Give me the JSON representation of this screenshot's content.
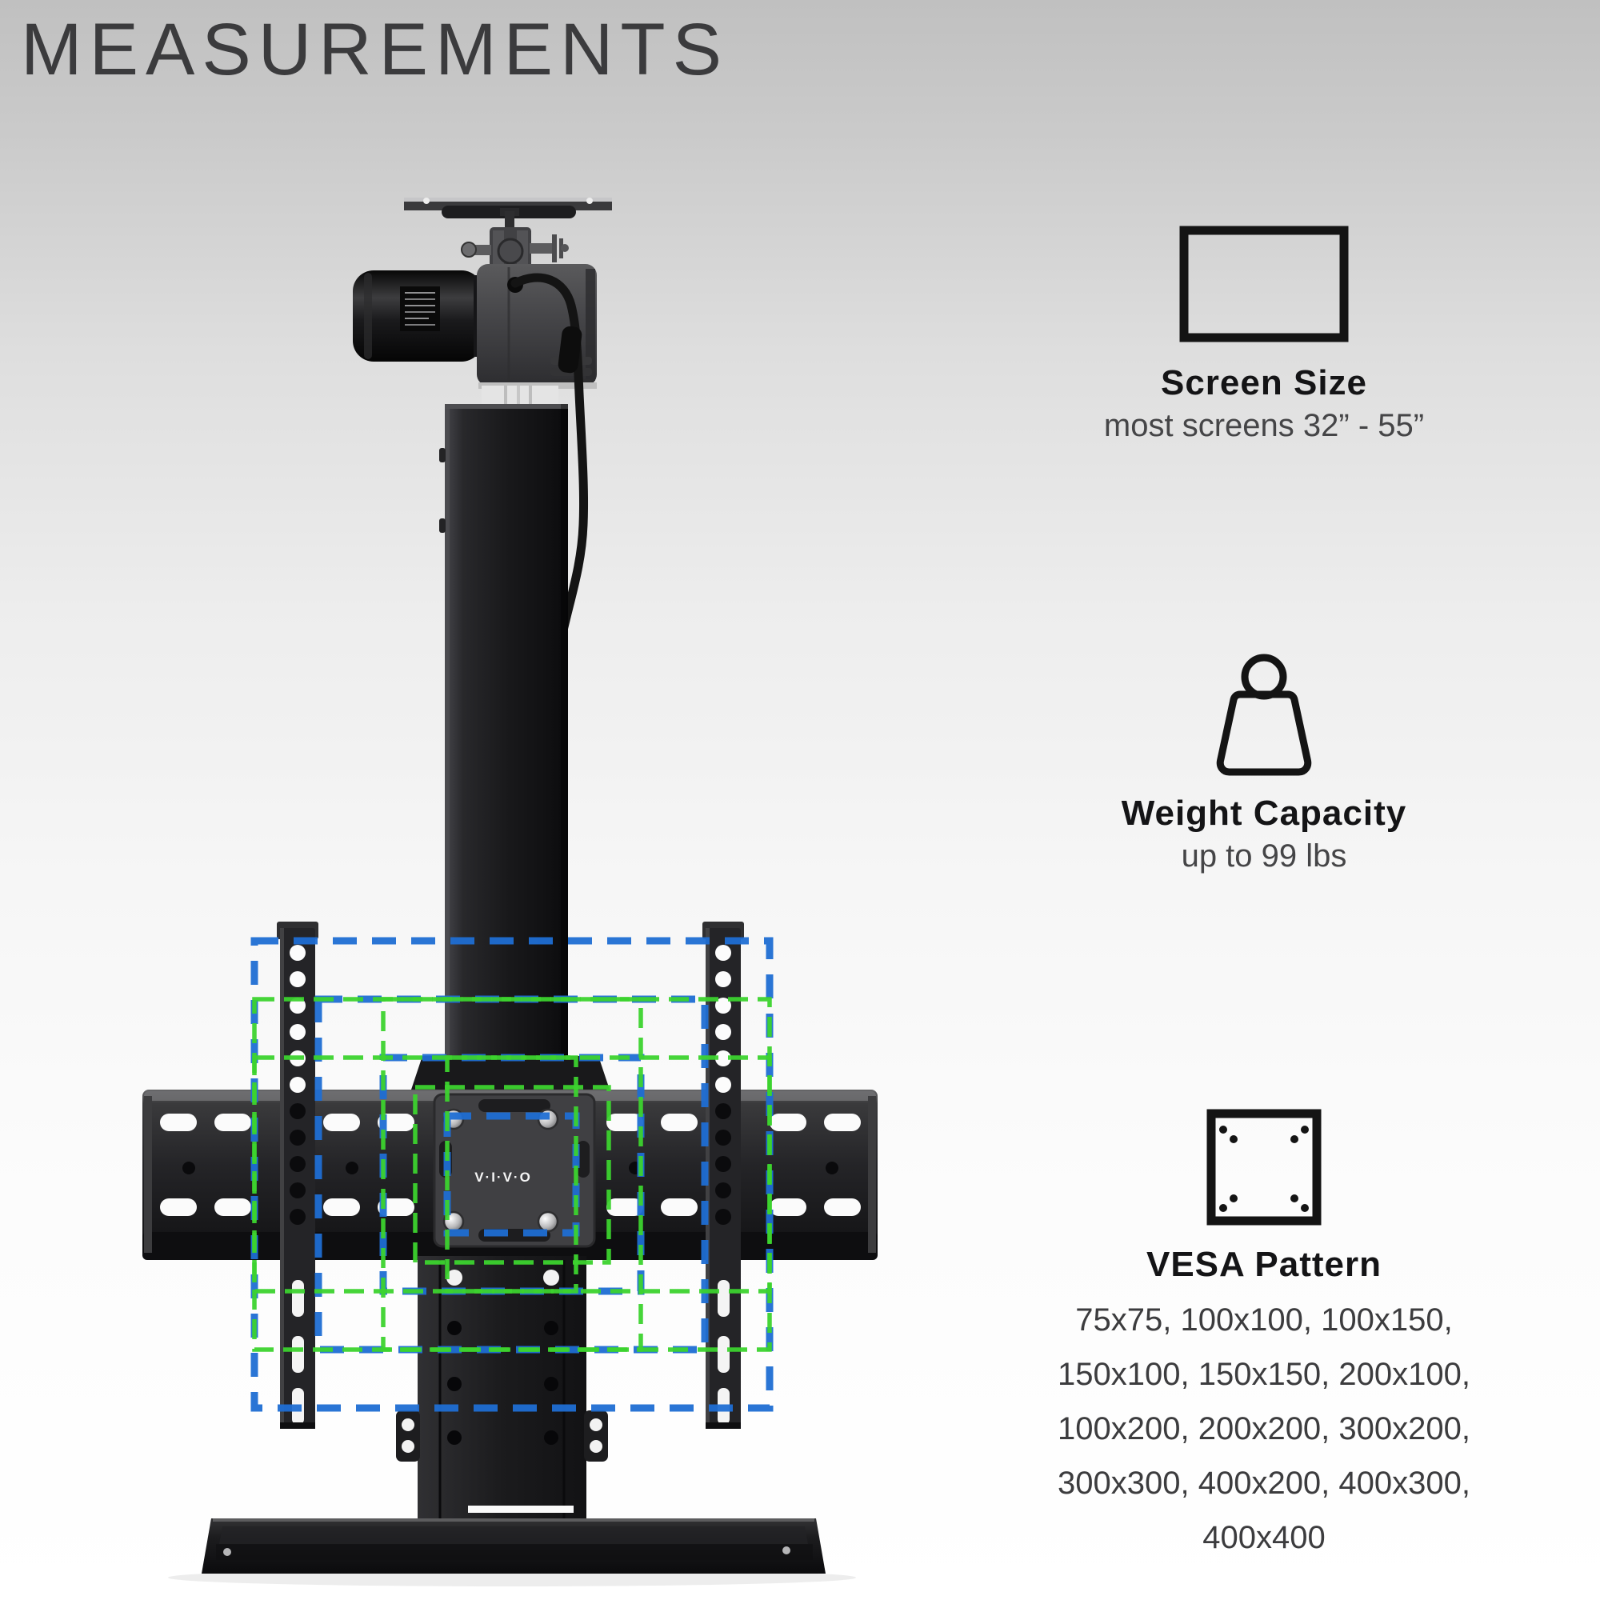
{
  "title": "MEASUREMENTS",
  "product": {
    "name": "motorized-tv-lift-stand",
    "brand_logo": "V·I·V·O"
  },
  "specs": [
    {
      "id": "screen",
      "icon": "screen-outline-icon",
      "heading": "Screen Size",
      "detail": "most screens 32” - 55”"
    },
    {
      "id": "weight",
      "icon": "weight-icon",
      "heading": "Weight Capacity",
      "detail": "up to 99 lbs"
    },
    {
      "id": "vesa",
      "icon": "vesa-pattern-icon",
      "heading": "VESA Pattern",
      "lines": [
        "75x75, 100x100, 100x150,",
        "150x100, 150x150, 200x100,",
        "100x200, 200x200, 300x200,",
        "300x300, 400x200, 400x300,",
        "400x400"
      ]
    }
  ],
  "colors": {
    "vesa_blue": "#1f6ed3",
    "vesa_green": "#3cd32e",
    "title_color": "#3b3b3d"
  }
}
